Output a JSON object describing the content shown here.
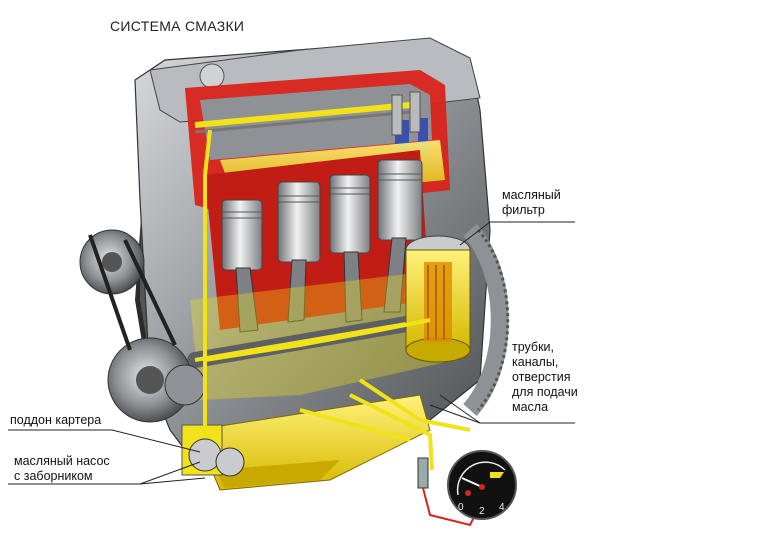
{
  "title": "СИСТЕМА СМАЗКИ",
  "labels": {
    "oil_filter": [
      "масляный",
      "фильтр"
    ],
    "tubes": [
      "трубки,",
      "каналы,",
      "отверстия",
      "для подачи",
      "масла"
    ],
    "sump": "поддон картера",
    "pump": [
      "масляный насос",
      "с заборником"
    ]
  },
  "gauge": {
    "ticks": [
      "0",
      "2",
      "4"
    ]
  },
  "colors": {
    "oil": "#f2e21a",
    "hot_red": "#d8231a",
    "block_grey": "#9a9ea3",
    "dark": "#2a2a2a"
  }
}
